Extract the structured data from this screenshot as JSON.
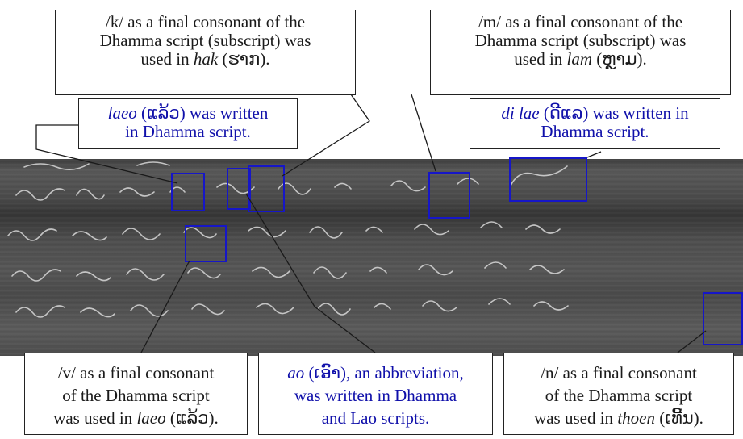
{
  "callouts": {
    "top_left": {
      "line1": "/k/ as a final consonant of the",
      "line2": "Dhamma script (subscript) was",
      "line3_prefix": "used in ",
      "line3_italic": "hak",
      "line3_suffix": " (ຮາກ)."
    },
    "top_right": {
      "line1": "/m/ as a final consonant of the",
      "line2": "Dhamma script (subscript) was",
      "line3_prefix": "used in ",
      "line3_italic": "lam",
      "line3_suffix": " (ຫຼາມ)."
    },
    "laeo": {
      "italic": "laeo",
      "line1_suffix": " (ແລ້ວ) was written",
      "line2": "in Dhamma script."
    },
    "dilae": {
      "italic": "di lae",
      "line1_suffix": " (ດີແລ) was written in",
      "line2": "Dhamma script."
    },
    "bottom_left": {
      "line1": "/v/ as a final consonant",
      "line2": "of the Dhamma script",
      "line3_prefix": "was used in ",
      "line3_italic": "laeo",
      "line3_suffix": " (ແລ້ວ)."
    },
    "bottom_mid": {
      "italic": "ao",
      "line1_suffix": " (ເອົາ), an abbreviation,",
      "line2": "was written in Dhamma",
      "line3": "and Lao scripts."
    },
    "bottom_right": {
      "line1": "/n/ as a final consonant",
      "line2": "of the Dhamma script",
      "line3_prefix": "was used in ",
      "line3_italic": "thoen",
      "line3_suffix": " (ເທີ້ນ)."
    }
  },
  "colors": {
    "highlight": "#1616c8",
    "blue_text": "#1010aa",
    "manuscript": "#4a4a4a"
  }
}
